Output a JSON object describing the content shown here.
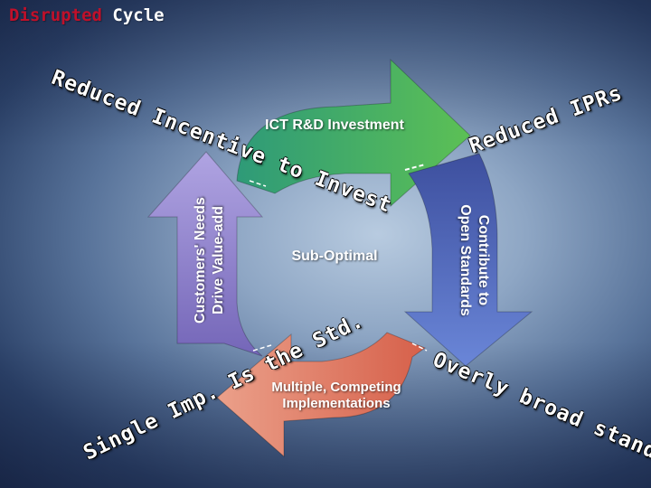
{
  "title": {
    "word1": "Disrupted",
    "word2": "Cycle"
  },
  "cycle": {
    "top": "ICT R&D Investment",
    "center": "Sub-Optimal",
    "bottom_line1": "Multiple, Competing",
    "bottom_line2": "Implementations",
    "left_line1": "Customers' Needs",
    "left_line2": "Drive Value-add",
    "right_line1": "Contribute to",
    "right_line2": "Open Standards"
  },
  "disruptions": {
    "top_left": "Reduced Incentive to Invest",
    "top_right": "Reduced IPRs",
    "bottom_left": "Single Imp. Is the Std.",
    "bottom_right": "Overly broad standards"
  },
  "colors": {
    "top_arrow": "#3fae5c",
    "right_arrow": "#4d63b4",
    "bottom_arrow": "#e07560",
    "left_arrow": "#8a7cc8",
    "title_accent": "#c0102a"
  }
}
